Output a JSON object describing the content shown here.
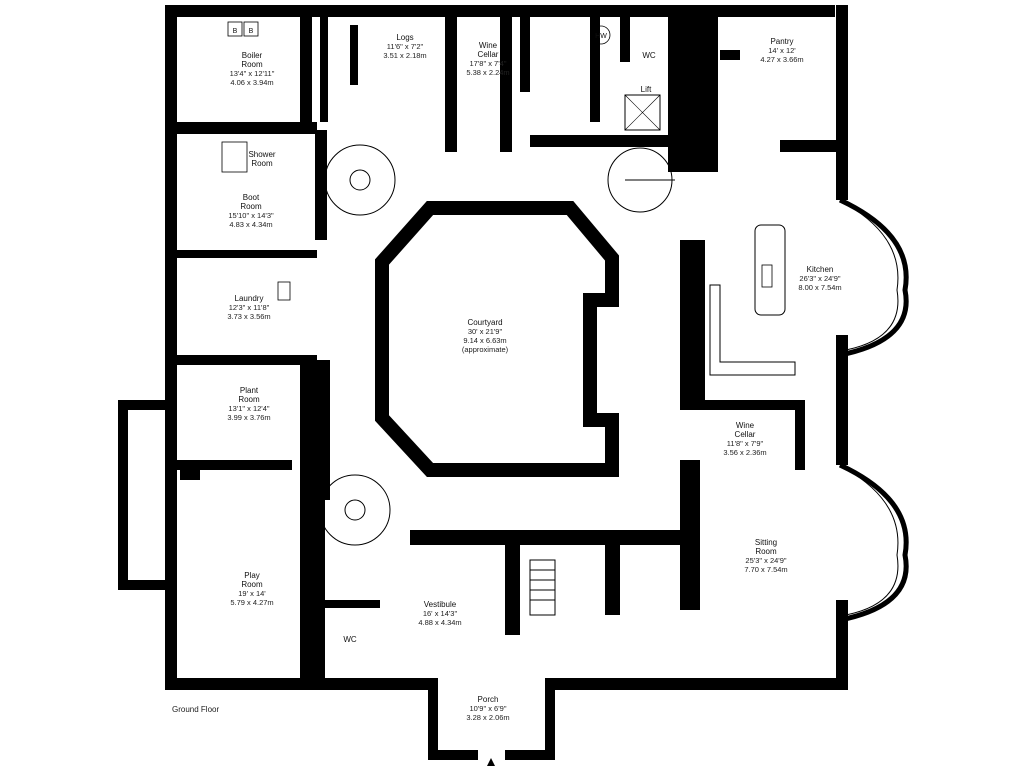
{
  "floor_label": "Ground Floor",
  "rooms": [
    {
      "id": "boiler",
      "name_lines": [
        "Boiler",
        "Room"
      ],
      "dims": [
        "13'4\" x 12'11\"",
        "4.06 x 3.94m"
      ]
    },
    {
      "id": "logs",
      "name_lines": [
        "Logs"
      ],
      "dims": [
        "11'6\" x 7'2\"",
        "3.51 x 2.18m"
      ]
    },
    {
      "id": "wine-cellar-1",
      "name_lines": [
        "Wine",
        "Cellar"
      ],
      "dims": [
        "17'8\" x 7'4\"",
        "5.38 x 2.24m"
      ]
    },
    {
      "id": "wc-upper",
      "name_lines": [
        "WC"
      ],
      "dims": []
    },
    {
      "id": "lift",
      "name_lines": [
        "Lift"
      ],
      "dims": []
    },
    {
      "id": "pantry",
      "name_lines": [
        "Pantry"
      ],
      "dims": [
        "14' x 12'",
        "4.27 x 3.66m"
      ]
    },
    {
      "id": "shower",
      "name_lines": [
        "Shower",
        "Room"
      ],
      "dims": []
    },
    {
      "id": "boot",
      "name_lines": [
        "Boot",
        "Room"
      ],
      "dims": [
        "15'10\" x 14'3\"",
        "4.83 x 4.34m"
      ]
    },
    {
      "id": "laundry",
      "name_lines": [
        "Laundry"
      ],
      "dims": [
        "12'3\" x 11'8\"",
        "3.73 x 3.56m"
      ]
    },
    {
      "id": "plant",
      "name_lines": [
        "Plant",
        "Room"
      ],
      "dims": [
        "13'1\" x 12'4\"",
        "3.99 x 3.76m"
      ]
    },
    {
      "id": "courtyard",
      "name_lines": [
        "Courtyard"
      ],
      "dims": [
        "30' x 21'9\"",
        "9.14 x 6.63m",
        "(approximate)"
      ]
    },
    {
      "id": "kitchen",
      "name_lines": [
        "Kitchen"
      ],
      "dims": [
        "26'3\" x 24'9\"",
        "8.00 x 7.54m"
      ]
    },
    {
      "id": "wine-cellar-2",
      "name_lines": [
        "Wine",
        "Cellar"
      ],
      "dims": [
        "11'8\" x 7'9\"",
        "3.56 x 2.36m"
      ]
    },
    {
      "id": "play",
      "name_lines": [
        "Play",
        "Room"
      ],
      "dims": [
        "19' x 14'",
        "5.79 x 4.27m"
      ]
    },
    {
      "id": "wc-lower",
      "name_lines": [
        "WC"
      ],
      "dims": []
    },
    {
      "id": "vestibule",
      "name_lines": [
        "Vestibule"
      ],
      "dims": [
        "16' x 14'3\"",
        "4.88 x 4.34m"
      ]
    },
    {
      "id": "sitting",
      "name_lines": [
        "Sitting",
        "Room"
      ],
      "dims": [
        "25'3\" x 24'9\"",
        "7.70 x 7.54m"
      ]
    },
    {
      "id": "porch",
      "name_lines": [
        "Porch"
      ],
      "dims": [
        "10'9\" x 6'9\"",
        "3.28 x 2.06m"
      ]
    }
  ],
  "fixtures": {
    "boiler_1": "B",
    "boiler_2": "B",
    "hot_water": "HW"
  }
}
